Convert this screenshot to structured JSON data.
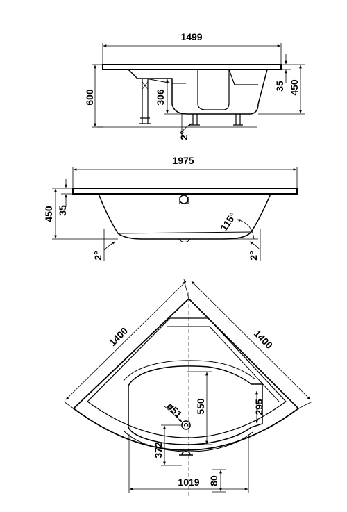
{
  "side_view": {
    "width": "1499",
    "height_total": "600",
    "depth": "306",
    "rim": "35",
    "rim_to_bottom": "450",
    "slope": "2°"
  },
  "front_view": {
    "width": "1975",
    "height": "450",
    "rim": "35",
    "slope_left": "2°",
    "slope_right": "2°",
    "angle": "115°"
  },
  "plan_view": {
    "side_left": "1400",
    "side_right": "1400",
    "basin_length": "550",
    "seat_width": "295",
    "drain_diameter": "ø51",
    "drain_offset": "372",
    "basin_width": "1019",
    "front_offset": "80"
  }
}
